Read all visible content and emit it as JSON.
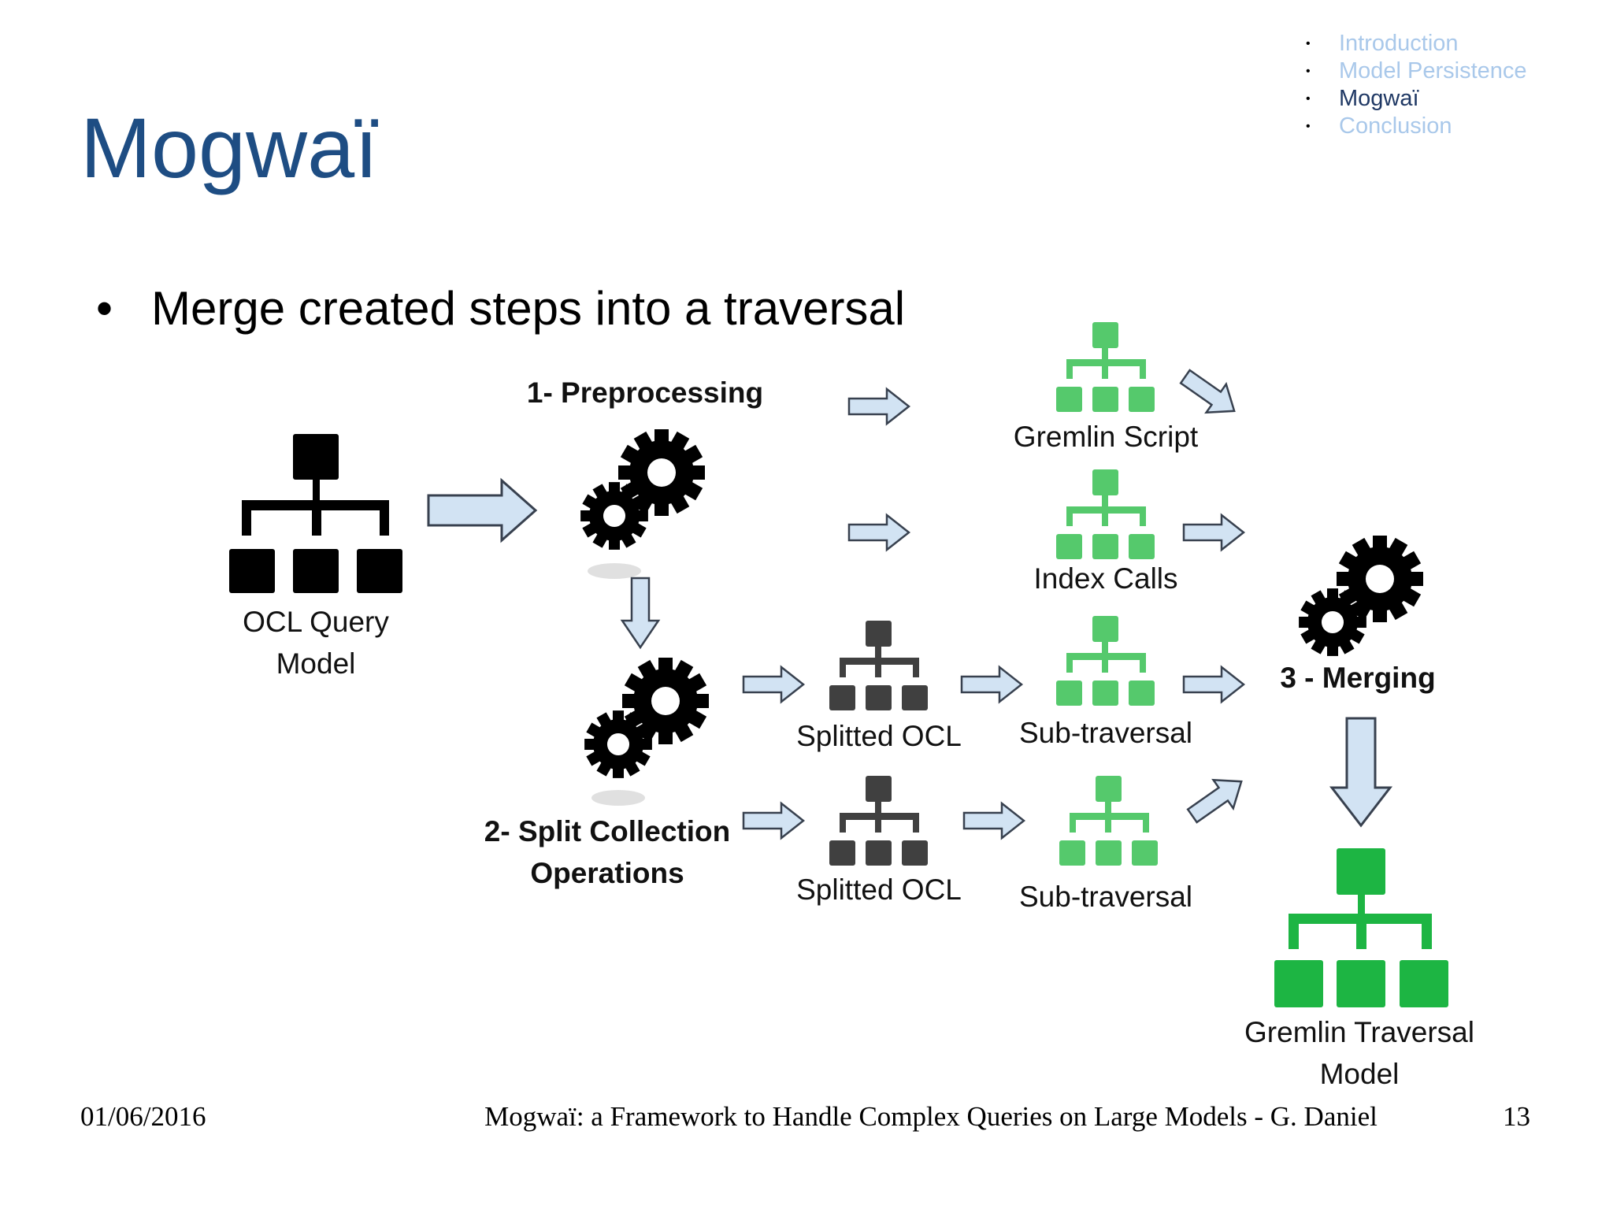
{
  "nav": [
    {
      "label": "Introduction",
      "state": "dim"
    },
    {
      "label": "Model Persistence",
      "state": "dim"
    },
    {
      "label": "Mogwaï",
      "state": "cur"
    },
    {
      "label": "Conclusion",
      "state": "dim"
    }
  ],
  "slide": {
    "title": "Mogwaï",
    "bullet": "Merge created steps into a traversal"
  },
  "diagram": {
    "ocl_query_model": [
      "OCL Query",
      "Model"
    ],
    "step1": "1- Preprocessing",
    "step2": [
      "2- Split Collection",
      "Operations"
    ],
    "step3": "3 - Merging",
    "gremlin_script": "Gremlin Script",
    "index_calls": "Index Calls",
    "splitted_ocl": "Splitted OCL",
    "sub_traversal": "Sub-traversal",
    "gremlin_traversal_model": [
      "Gremlin Traversal",
      "Model"
    ]
  },
  "colors": {
    "title_blue": "#1e4d83",
    "nav_dim": "#a9c8ea",
    "nav_current": "#1f3864",
    "arrow_fill": "#d2e3f3",
    "arrow_stroke": "#38414f",
    "tree_black": "#000000",
    "tree_gray": "#404040",
    "tree_light_green": "#55c96c",
    "tree_green": "#1db543"
  },
  "icons": {
    "tree": "hierarchy-tree-icon",
    "gears": "gears-icon",
    "arrow": "block-arrow-icon"
  },
  "footer": {
    "date": "01/06/2016",
    "title": "Mogwaï: a Framework to Handle Complex Queries on Large Models - G. Daniel",
    "page": "13"
  }
}
